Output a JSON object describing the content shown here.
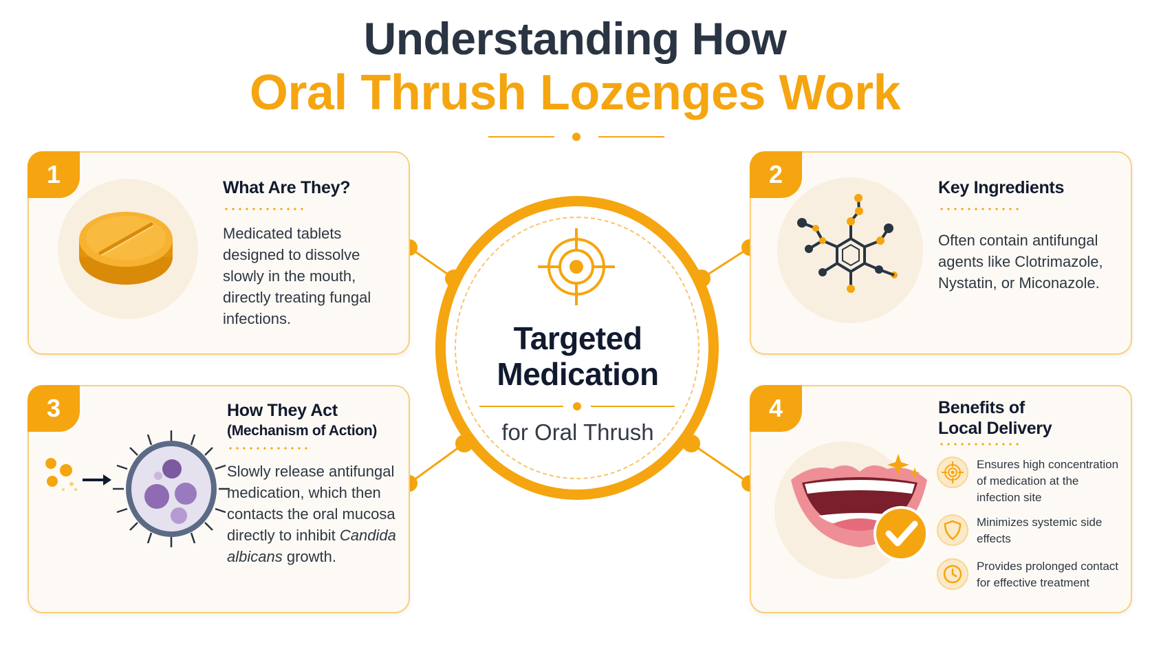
{
  "title": {
    "line1": "Understanding How",
    "line2": "Oral Thrush Lozenges Work"
  },
  "center": {
    "title": "Targeted Medication",
    "subtitle": "for Oral Thrush",
    "icon": "target-icon"
  },
  "cards": [
    {
      "number": "1",
      "title": "What Are They?",
      "text": "Medicated tablets designed to dissolve slowly in the mouth, directly treating fungal infections.",
      "icon": "lozenge-tablet-icon"
    },
    {
      "number": "2",
      "title": "Key Ingredients",
      "text": "Often contain antifungal agents like Clotrimazole, Nystatin, or Miconazole.",
      "icon": "molecule-icon"
    },
    {
      "number": "3",
      "title": "How They Act",
      "subtitle": "(Mechanism of Action)",
      "text_before": "Slowly release antifungal medication, which then contacts the oral mucosa directly to inhibit ",
      "text_italic": "Candida albicans",
      "text_after": " growth.",
      "icon": "fungal-cell-icon"
    },
    {
      "number": "4",
      "title_line1": "Benefits of",
      "title_line2": "Local Delivery",
      "icon": "smiling-mouth-icon",
      "benefits": [
        {
          "icon": "target-icon",
          "text": "Ensures high concentration of medication at the infection site"
        },
        {
          "icon": "shield-icon",
          "text": "Minimizes systemic side effects"
        },
        {
          "icon": "clock-icon",
          "text": "Provides prolonged contact for effective treatment"
        }
      ]
    }
  ],
  "colors": {
    "accent": "#f5a50f",
    "heading": "#2a3442",
    "card_border": "#f9cf7a",
    "card_bg": "#fdfaf5"
  }
}
